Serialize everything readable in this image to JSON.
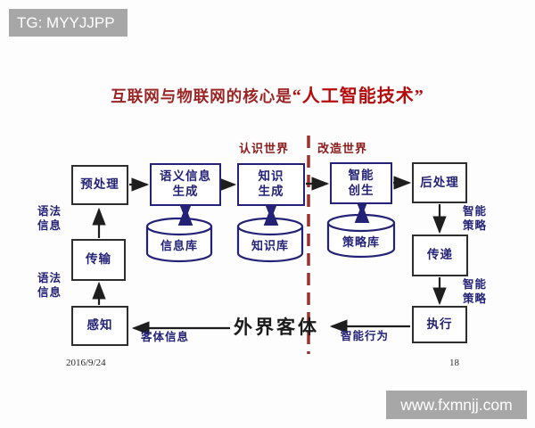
{
  "watermarks": {
    "header": "TG: MYYJJPP",
    "footer": "www.fxmnjj.com"
  },
  "slide": {
    "title_prefix": "互联网与物联网的核心是",
    "title_emphasis": "“人工智能技术”",
    "date": "2016/9/24",
    "page_number": "18"
  },
  "diagram": {
    "region_labels": {
      "left": "认识世界",
      "right": "改造世界"
    },
    "boxes": [
      {
        "id": "preprocess",
        "label": "预处理"
      },
      {
        "id": "semantic-info-generation",
        "label": "语义信息\n生成"
      },
      {
        "id": "knowledge-generation",
        "label": "知识\n生成"
      },
      {
        "id": "intelligence-creation",
        "label": "智能\n创生"
      },
      {
        "id": "postprocess",
        "label": "后处理"
      },
      {
        "id": "transmit",
        "label": "传输"
      },
      {
        "id": "transfer",
        "label": "传递"
      },
      {
        "id": "perceive",
        "label": "感知"
      },
      {
        "id": "execute",
        "label": "执行"
      }
    ],
    "cylinders": [
      {
        "id": "information-base",
        "label": "信息库"
      },
      {
        "id": "knowledge-base",
        "label": "知识库"
      },
      {
        "id": "strategy-base",
        "label": "策略库"
      }
    ],
    "edge_labels": {
      "syntax_info_upper": "语法\n信息",
      "syntax_info_lower": "语法\n信息",
      "object_info": "客体信息",
      "intelligent_behavior": "智能行为",
      "intelligent_strategy_upper": "智能\n策略",
      "intelligent_strategy_lower": "智能\n策略"
    },
    "external_object": "外界客体"
  },
  "colors": {
    "title_red": "#9b2424",
    "emphasis_red": "#b40b0b",
    "region_red": "#8b1a1a",
    "divider_red": "#9e3030",
    "navy": "#232277",
    "arrow_black": "#1e1e1e",
    "watermark_gray": "#a7a7a7"
  }
}
